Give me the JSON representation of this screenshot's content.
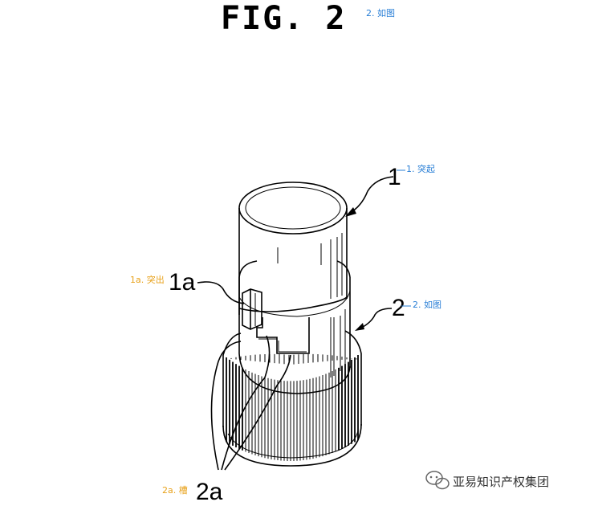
{
  "figure": {
    "title": "FIG. 2",
    "title_note": "2. 如图"
  },
  "labels": {
    "ref_1": "1",
    "ref_1_note": "1. 突起",
    "ref_1a": "1a",
    "ref_1a_note": "1a. 突出",
    "ref_2": "2",
    "ref_2_note": "2. 如图",
    "ref_2a": "2a",
    "ref_2a_note": "2a. 槽"
  },
  "colors": {
    "note_blue": "#2a7fd6",
    "note_orange": "#e8a21c"
  },
  "watermark": {
    "text": "亚易知识产权集团",
    "icon": "wechat-icon"
  }
}
